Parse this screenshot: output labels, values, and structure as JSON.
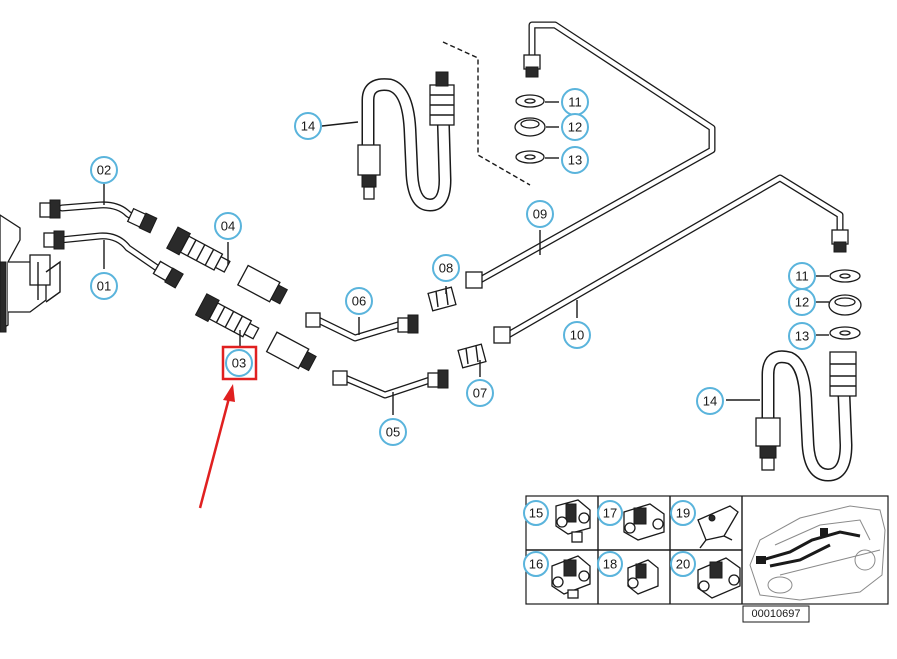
{
  "diagram": {
    "callouts": {
      "p01": "01",
      "p02": "02",
      "p03": "03",
      "p04": "04",
      "p05": "05",
      "p06": "06",
      "p07": "07",
      "p08": "08",
      "p09": "09",
      "p10": "10",
      "p11a": "11",
      "p12a": "12",
      "p13a": "13",
      "p14a": "14",
      "p11b": "11",
      "p12b": "12",
      "p13b": "13",
      "p14b": "14",
      "p15": "15",
      "p16": "16",
      "p17": "17",
      "p18": "18",
      "p19": "19",
      "p20": "20"
    },
    "reference_number": "00010697",
    "highlighted_part": "03",
    "colors": {
      "callout_ring": "#5ab4dc",
      "highlight": "#e02020",
      "arrow": "#e02020",
      "line": "#1a1a1a"
    }
  }
}
